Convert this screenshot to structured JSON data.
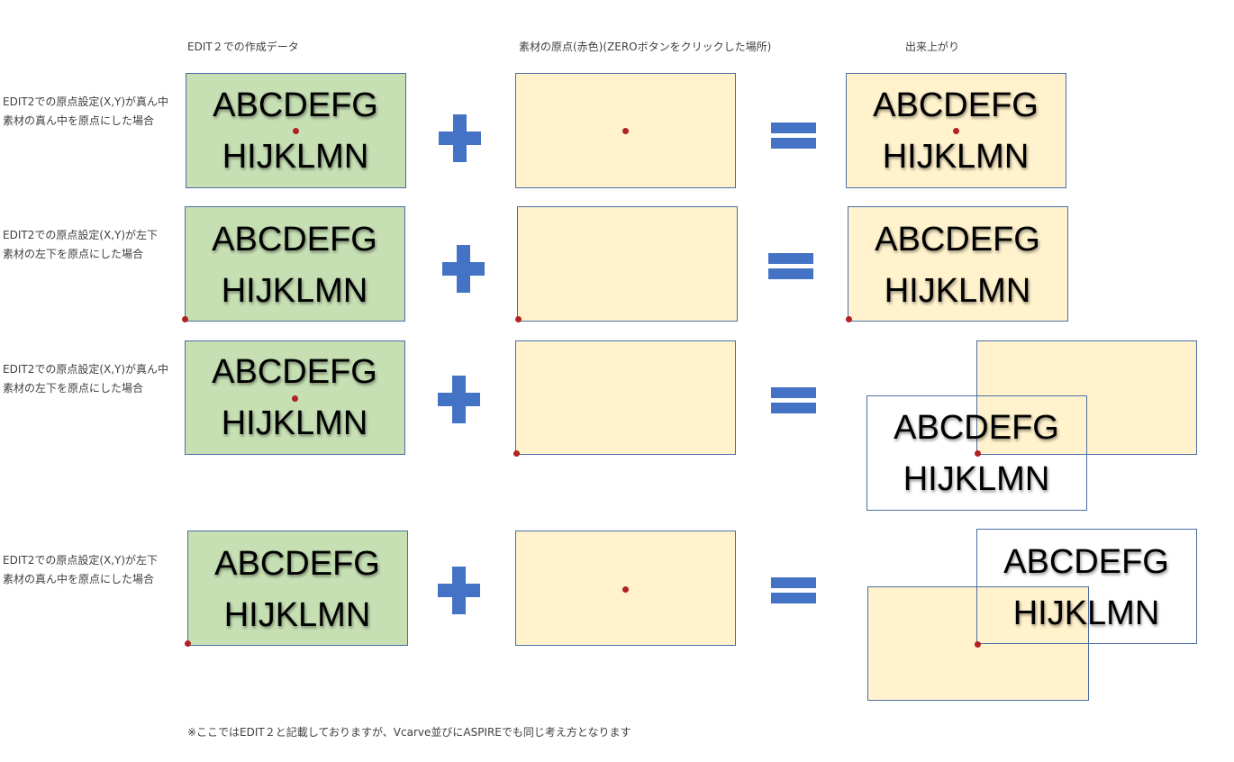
{
  "headers": {
    "edit2_data": "EDIT２での作成データ",
    "material_origin": "素材の原点(赤色)(ZEROボタンをクリックした場所)",
    "result": "出来上がり"
  },
  "rows": [
    {
      "label_line1": "EDIT2での原点設定(X,Y)が真ん中",
      "label_line2": "素材の真ん中を原点にした場合"
    },
    {
      "label_line1": "EDIT2での原点設定(X,Y)が左下",
      "label_line2": "素材の左下を原点にした場合"
    },
    {
      "label_line1": "EDIT2での原点設定(X,Y)が真ん中",
      "label_line2": "素材の左下を原点にした場合"
    },
    {
      "label_line1": "EDIT2での原点設定(X,Y)が左下",
      "label_line2": "素材の真ん中を原点にした場合"
    }
  ],
  "design_text": {
    "line1": "ABCDEFG",
    "line2": "HIJKLMN"
  },
  "footnote": "※ここではEDIT２と記載しておりますが、Vcarve並びにASPIREでも同じ考え方となります",
  "colors": {
    "design_fill": "#c6e0b4",
    "material_fill": "#fff2cc",
    "border": "#4a6fa5",
    "origin_dot": "#b22222",
    "operator": "#4472c4"
  },
  "icons": {
    "plus": "plus-icon",
    "equals": "equals-icon",
    "origin": "origin-dot"
  }
}
